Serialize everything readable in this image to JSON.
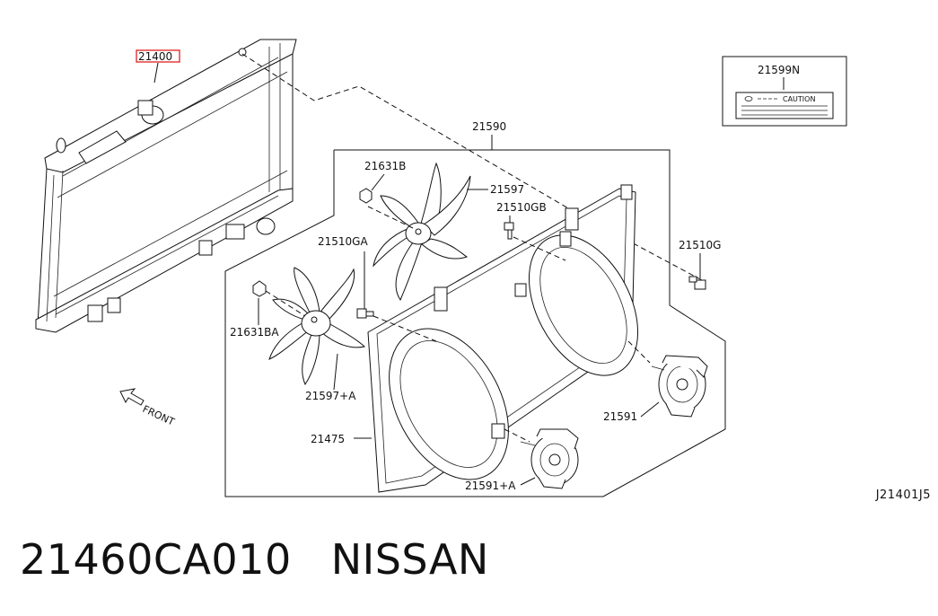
{
  "callouts": {
    "radiator": "21400",
    "caution_label": "21599N",
    "caution_word": "CAUTION",
    "fan_assembly": "21590",
    "nut_upper": "21631B",
    "fan_upper": "21597",
    "bolt_gb": "21510GB",
    "bolt_ga": "21510GA",
    "bolt_g": "21510G",
    "nut_lower": "21631BA",
    "fan_lower": "21597+A",
    "shroud": "21475",
    "motor_right": "21591",
    "motor_lower": "21591+A"
  },
  "front_label": "FRONT",
  "drawing_code": "J21401J5",
  "part_number": "21460CA010",
  "brand": "NISSAN",
  "highlight_color": "#e03030"
}
